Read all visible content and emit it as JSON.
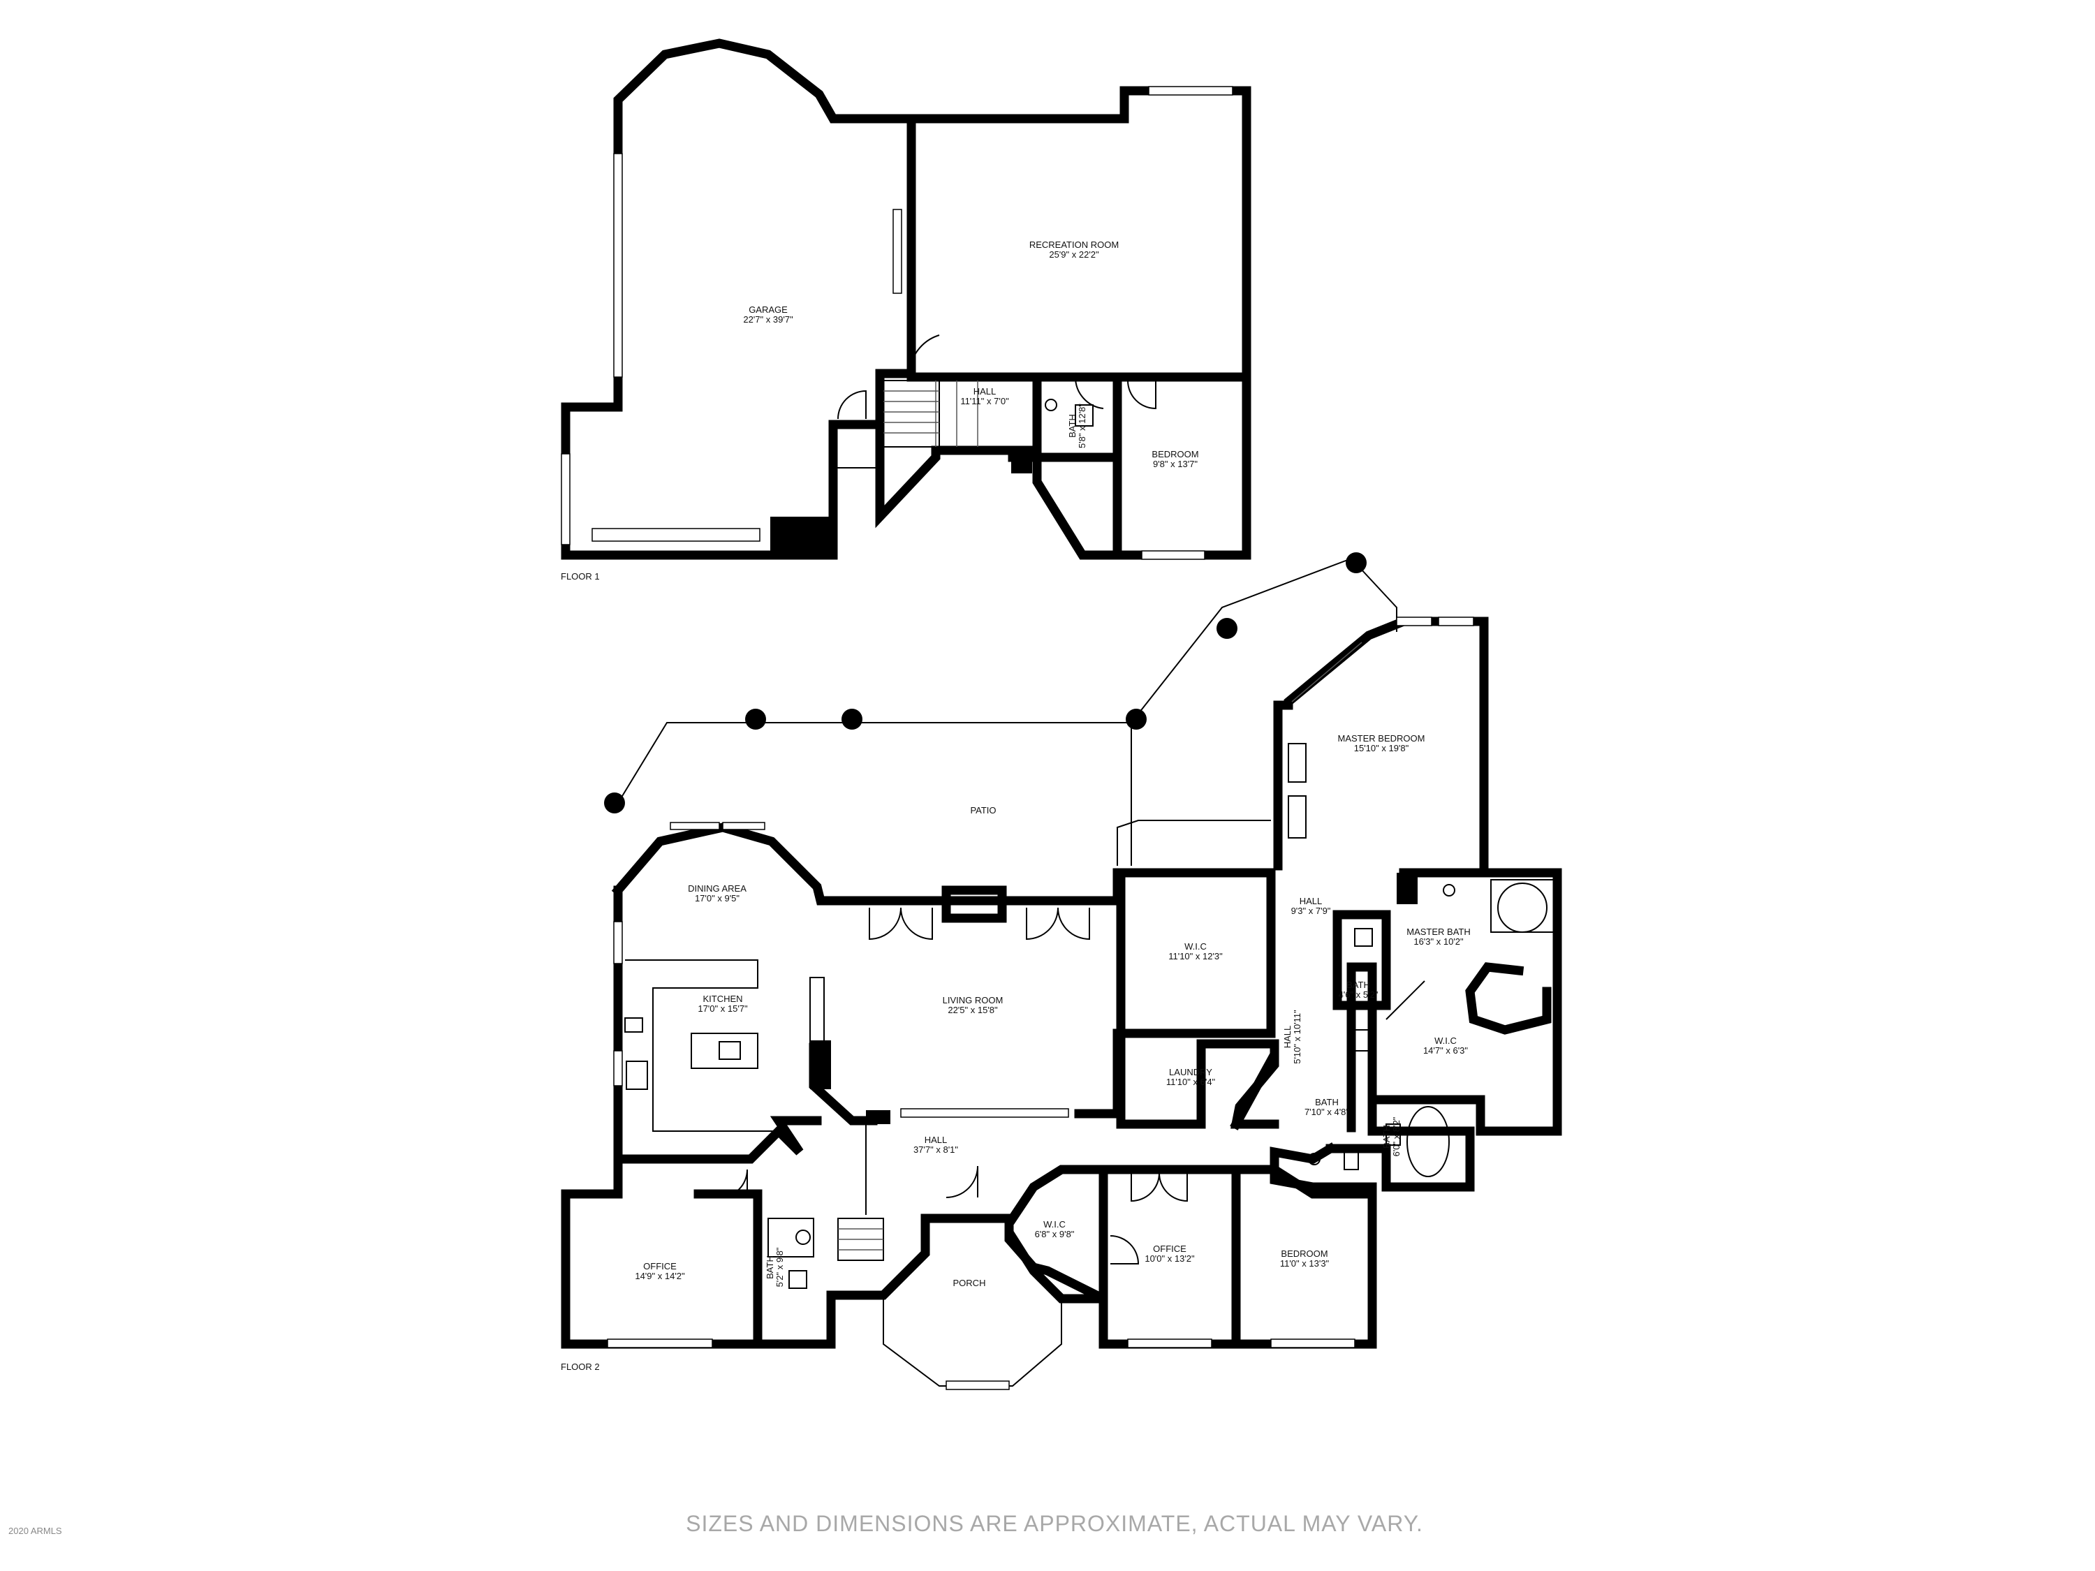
{
  "floors": [
    {
      "label": "FLOOR 1",
      "rooms": [
        {
          "name": "GARAGE",
          "dims": "22'7\" x 39'7\""
        },
        {
          "name": "RECREATION ROOM",
          "dims": "25'9\" x 22'2\""
        },
        {
          "name": "HALL",
          "dims": "11'11\" x 7'0\""
        },
        {
          "name": "BATH",
          "dims": "5'8\" x 12'8\""
        },
        {
          "name": "BEDROOM",
          "dims": "9'8\" x 13'7\""
        }
      ]
    },
    {
      "label": "FLOOR 2",
      "rooms": [
        {
          "name": "PATIO",
          "dims": ""
        },
        {
          "name": "MASTER BEDROOM",
          "dims": "15'10\" x 19'8\""
        },
        {
          "name": "DINING AREA",
          "dims": "17'0\" x 9'5\""
        },
        {
          "name": "KITCHEN",
          "dims": "17'0\" x 15'7\""
        },
        {
          "name": "LIVING ROOM",
          "dims": "22'5\" x 15'8\""
        },
        {
          "name": "W.I.C",
          "dims": "11'10\" x 12'3\""
        },
        {
          "name": "HALL",
          "dims": "9'3\" x 7'9\""
        },
        {
          "name": "MASTER BATH",
          "dims": "16'3\" x 10'2\""
        },
        {
          "name": "BATH",
          "dims": "4'6\" x 5'2\""
        },
        {
          "name": "W.I.C",
          "dims": "14'7\" x 6'3\""
        },
        {
          "name": "HALL",
          "dims": "5'10\" x 10'11\""
        },
        {
          "name": "LAUNDRY",
          "dims": "11'10\" x 6'4\""
        },
        {
          "name": "BATH",
          "dims": "7'10\" x 4'8\""
        },
        {
          "name": "BATH",
          "dims": "6'0\" x 8'2\""
        },
        {
          "name": "HALL",
          "dims": "37'7\" x 8'1\""
        },
        {
          "name": "OFFICE",
          "dims": "14'9\" x 14'2\""
        },
        {
          "name": "BATH",
          "dims": "5'2\" x 9'8\""
        },
        {
          "name": "PORCH",
          "dims": ""
        },
        {
          "name": "W.I.C",
          "dims": "6'8\" x 9'8\""
        },
        {
          "name": "OFFICE",
          "dims": "10'0\" x 13'2\""
        },
        {
          "name": "BEDROOM",
          "dims": "11'0\" x 13'3\""
        }
      ]
    }
  ],
  "disclaimer": "SIZES AND DIMENSIONS ARE APPROXIMATE, ACTUAL MAY VARY.",
  "copyright": "2020 ARMLS"
}
